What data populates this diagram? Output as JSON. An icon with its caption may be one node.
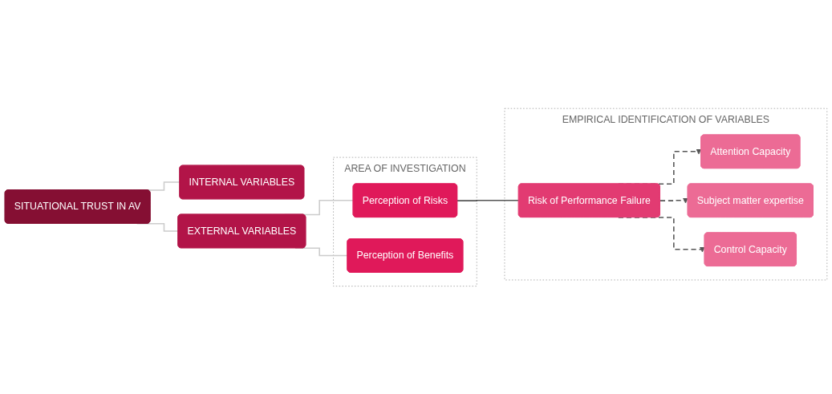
{
  "diagram": {
    "nodes": [
      {
        "text": [
          "SITUATIONAL TRUST IN AV"
        ]
      },
      {
        "text": [
          "INTERNAL VARIABLES"
        ]
      },
      {
        "text": [
          "EXTERNAL VARIABLES"
        ]
      },
      {
        "text": [
          "AREA OF INVESTIGATION"
        ]
      },
      {
        "text": [
          "Perception of Risks"
        ],
        "in": 3
      },
      {
        "text": [
          "Perception of Benefits"
        ],
        "in": 3
      },
      {
        "text": [
          "EMPIRICAL IDENTIFICATION OF VARIABLES"
        ]
      },
      {
        "text": [
          "Risk of Performance Failure"
        ],
        "in": 6
      },
      {
        "text": [
          "Attention Capacity"
        ],
        "in": 6
      },
      {
        "text": [
          "Subject matter expertise"
        ],
        "in": 6
      },
      {
        "text": [
          "Control Capacity"
        ],
        "in": 6
      }
    ],
    "edges": [
      {
        "from": 0,
        "to": 1,
        "arrow": "none",
        "color": "#cccccc"
      },
      {
        "from": 0,
        "to": 2,
        "arrow": "none",
        "color": "#cccccc"
      },
      {
        "from": 2,
        "to": 4,
        "arrow": "none",
        "color": "#cccccc"
      },
      {
        "from": 2,
        "to": 5,
        "arrow": "none",
        "color": "#cccccc"
      },
      {
        "from": 4,
        "to": 7,
        "arrow": "none",
        "color": "#555555"
      },
      {
        "from": 7,
        "to": 8,
        "arrow": "to",
        "style": "dashed",
        "color": "#555555"
      },
      {
        "from": 7,
        "to": 9,
        "arrow": "to",
        "style": "dashed",
        "color": "#555555"
      },
      {
        "from": 7,
        "to": 10,
        "arrow": "to",
        "style": "dashed",
        "color": "#555555"
      }
    ]
  }
}
